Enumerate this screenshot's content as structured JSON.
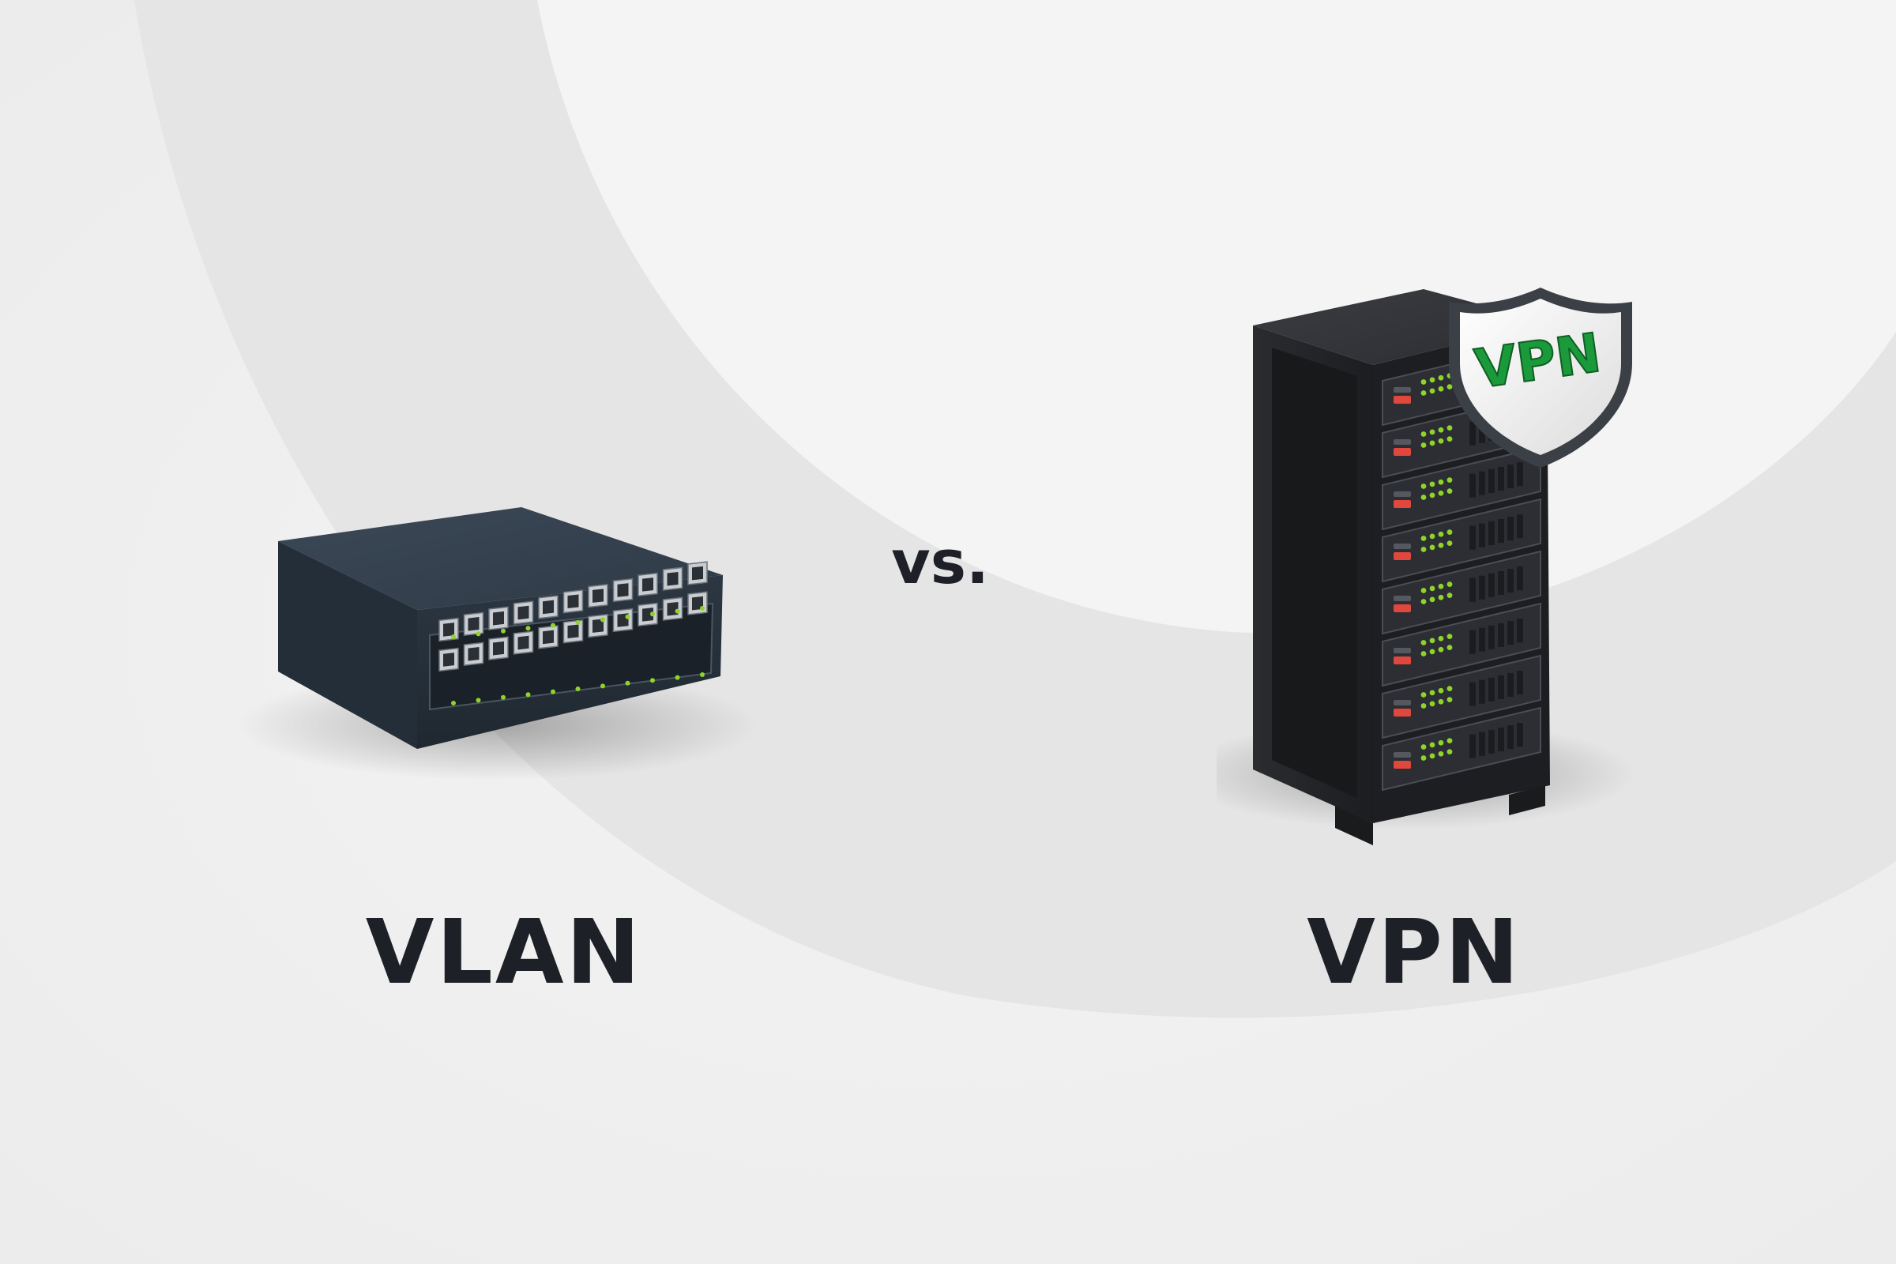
{
  "left_item": {
    "label": "VLAN",
    "icon": "network-switch-icon"
  },
  "separator": {
    "label": "vs."
  },
  "right_item": {
    "label": "VPN",
    "icon": "server-rack-icon",
    "badge": {
      "label": "VPN",
      "icon": "shield-icon"
    }
  },
  "colors": {
    "background": "#f1f1f1",
    "background_arc": "#e4e4e4",
    "text": "#1e2028",
    "switch_body": "#2b3642",
    "server_body": "#25272b",
    "led_green": "#8fd42a",
    "led_red": "#e0473d",
    "badge_text": "#1a9a3a"
  }
}
